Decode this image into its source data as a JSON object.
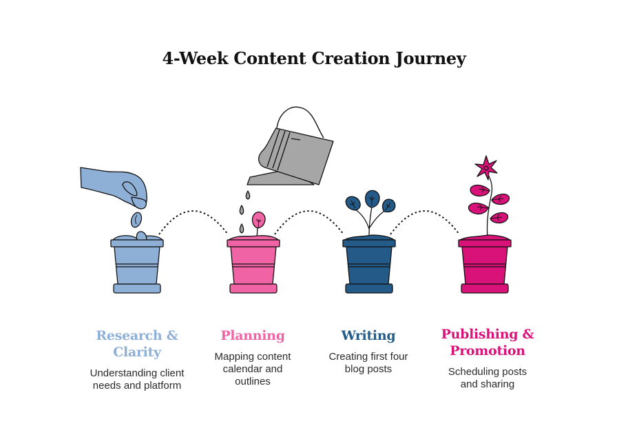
{
  "title": "4-Week Content Creation Journey",
  "colors": {
    "research": "#8fb0d6",
    "planning": "#f064a6",
    "writing": "#245a87",
    "publishing": "#d9127a",
    "watering_can": "#a6a6a6",
    "outline": "#111111"
  },
  "stages": [
    {
      "title": "Research & Clarity",
      "title_lines": [
        "Research &",
        "Clarity"
      ],
      "description_lines": [
        "Understanding client",
        "needs and platform"
      ],
      "illustration": "hand-dropping-seeds-into-pot",
      "color": "#8fb0d6"
    },
    {
      "title": "Planning",
      "title_lines": [
        "Planning"
      ],
      "description_lines": [
        "Mapping content",
        "calendar and",
        "outlines"
      ],
      "illustration": "watering-can-over-sprout-pot",
      "color": "#f064a6"
    },
    {
      "title": "Writing",
      "title_lines": [
        "Writing"
      ],
      "description_lines": [
        "Creating first four",
        "blog posts"
      ],
      "illustration": "three-leaf-plant-pot",
      "color": "#245a87"
    },
    {
      "title": "Publishing & Promotion",
      "title_lines": [
        "Publishing &",
        "Promotion"
      ],
      "description_lines": [
        "Scheduling posts",
        "and sharing"
      ],
      "illustration": "flowering-plant-pot",
      "color": "#d9127a"
    }
  ]
}
